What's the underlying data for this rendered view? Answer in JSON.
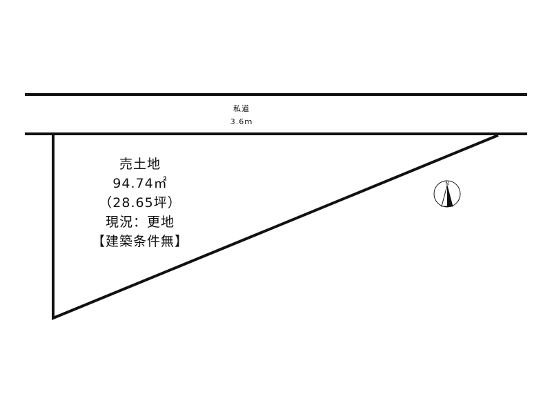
{
  "road": {
    "name": "私道",
    "width": "3.6ｍ"
  },
  "lot": {
    "title": "売土地",
    "area_sqm": "94.74㎡",
    "area_tsubo": "（28.65坪）",
    "status": "現況：更地",
    "conditions": "【建築条件無】"
  },
  "compass": {
    "north_label": "N",
    "icon": "north-arrow-icon"
  },
  "colors": {
    "line": "#111111",
    "background": "#ffffff"
  }
}
